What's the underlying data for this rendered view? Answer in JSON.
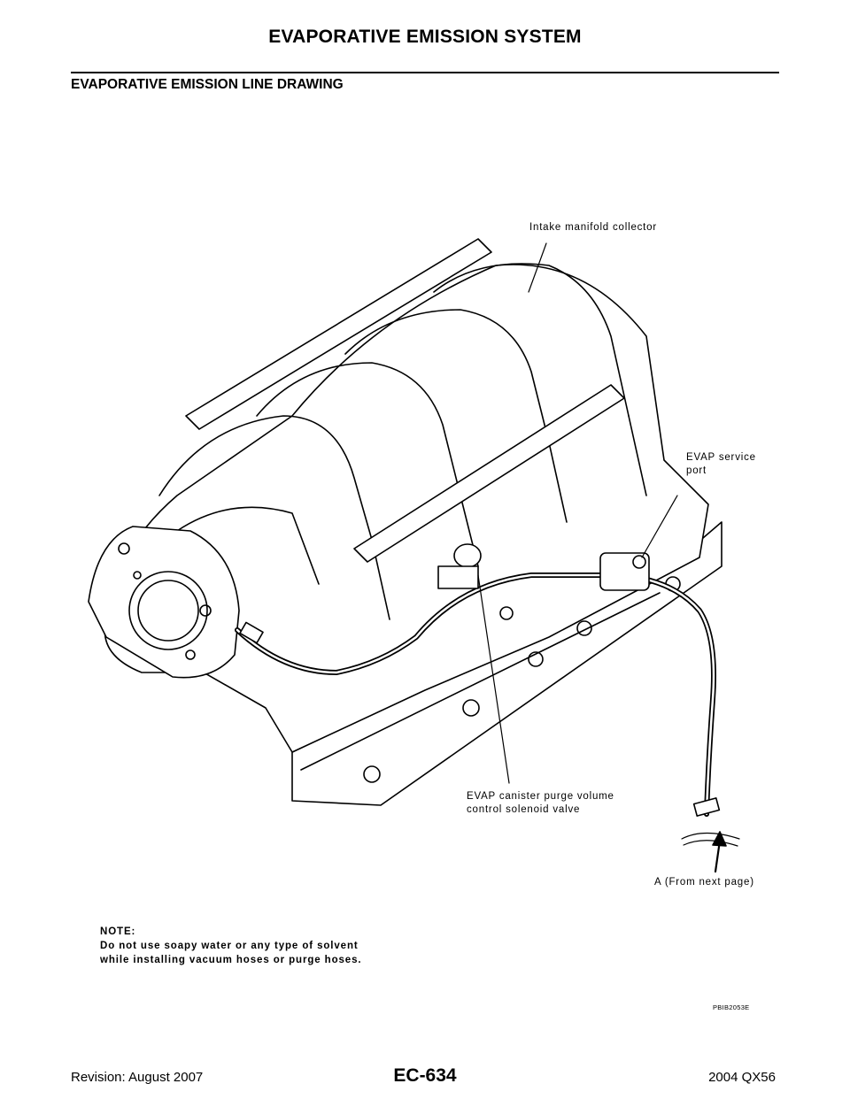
{
  "header": {
    "title": "EVAPORATIVE EMISSION SYSTEM",
    "section_title": "EVAPORATIVE EMISSION LINE DRAWING"
  },
  "figure": {
    "callouts": {
      "intake_manifold": "Intake manifold collector",
      "evap_service_port": "EVAP service\nport",
      "purge_valve": "EVAP canister purge volume\ncontrol solenoid valve",
      "from_next_page": "A (From next page)"
    },
    "note_heading": "NOTE:",
    "note_lines": [
      "Do not use soapy water or any type of solvent",
      "while installing vacuum hoses or purge hoses."
    ],
    "code": "PBIB2053E"
  },
  "footer": {
    "revision": "Revision: August 2007",
    "page_number": "EC-634",
    "model": "2004 QX56"
  }
}
